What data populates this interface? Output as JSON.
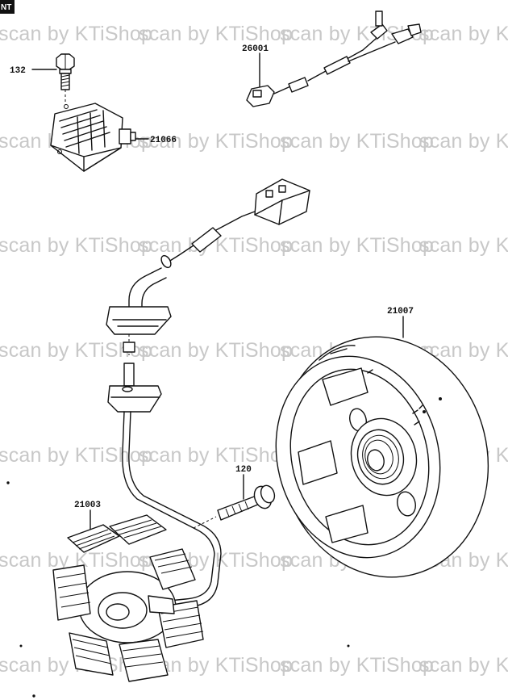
{
  "watermark": "scan by KTiShop",
  "corner_tag": "NT",
  "parts": {
    "bolt_regulator": "132",
    "regulator": "21066",
    "harness": "26001",
    "rotor": "21007",
    "bolt_stator": "120",
    "stator": "21003"
  }
}
